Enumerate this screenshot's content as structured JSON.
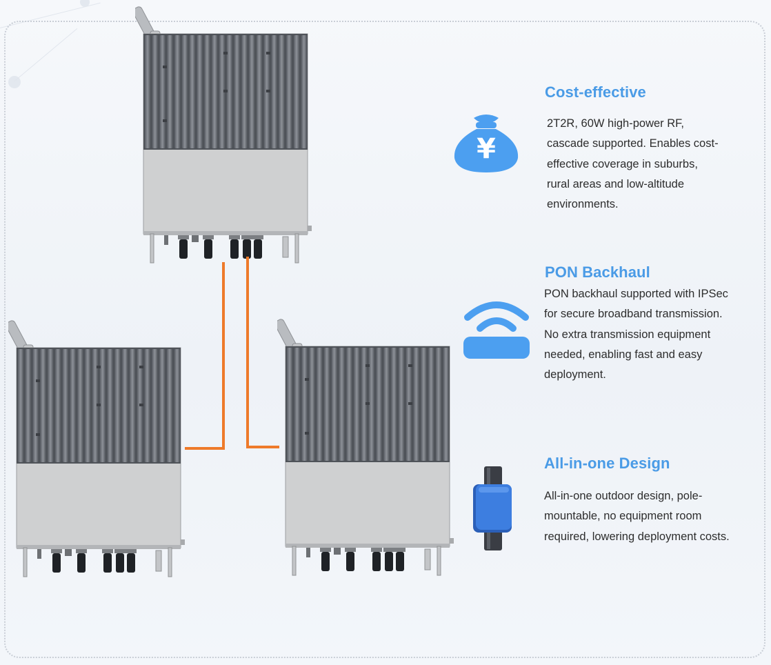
{
  "features": [
    {
      "title": "Cost-effective",
      "description": "2T2R, 60W high-power RF, cascade supported. Enables cost-effective coverage in suburbs, rural areas and low-altitude environments.",
      "icon": "money-bag-yen-icon"
    },
    {
      "title": "PON Backhaul",
      "description": "PON backhaul supported with IPSec for secure broadband transmission. No extra transmission equipment needed, enabling fast and easy deployment.",
      "icon": "wireless-router-icon"
    },
    {
      "title": "All-in-one Design",
      "description": "All-in-one outdoor design, pole-mountable, no equipment room required, lowering deployment costs.",
      "icon": "pole-mount-icon"
    }
  ],
  "icon_glyphs": {
    "yen": "¥"
  },
  "colors": {
    "accent_blue": "#4a9be6",
    "icon_blue": "#4c9ff0",
    "link_orange": "#ee7a2a",
    "body_text": "#2d2d2d"
  }
}
